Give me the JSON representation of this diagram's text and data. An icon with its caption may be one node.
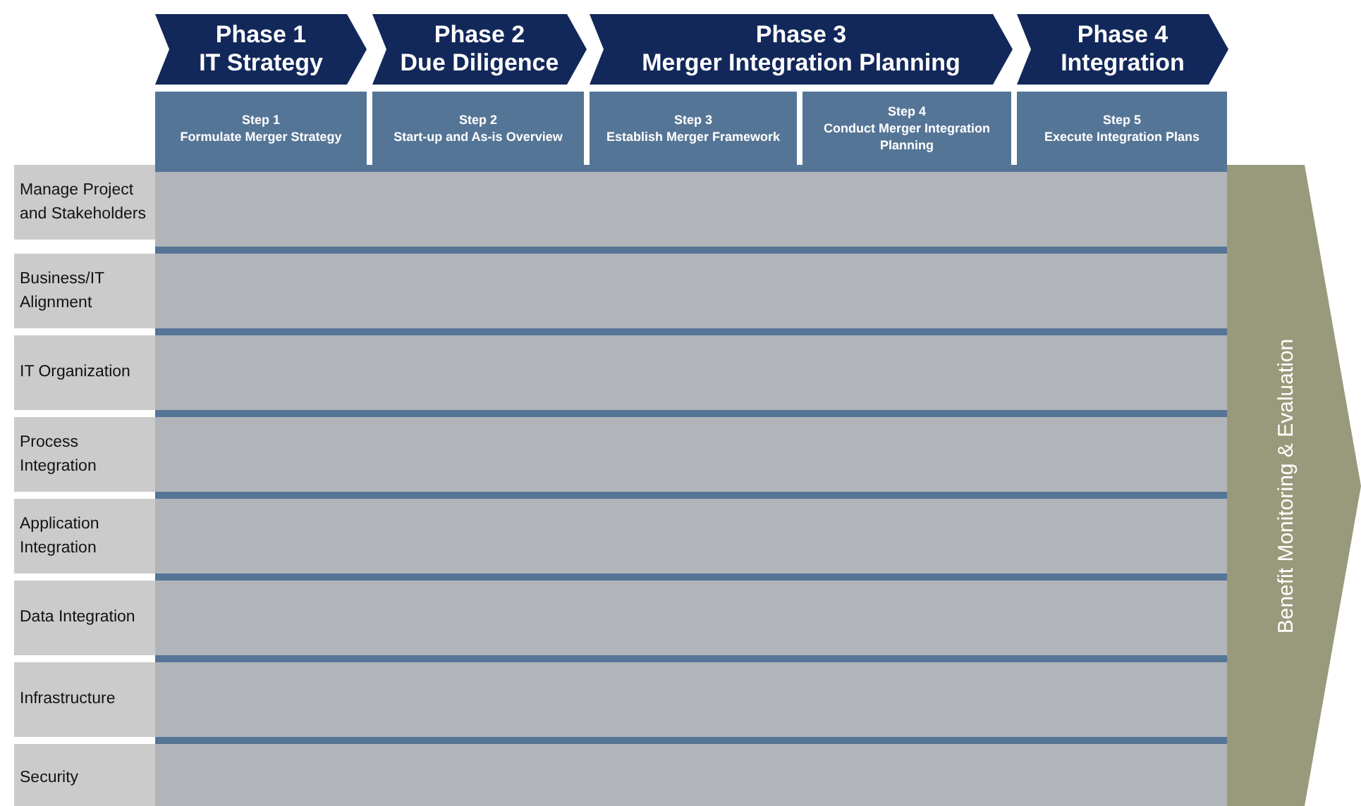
{
  "diagram": {
    "nodes": [
      {
        "text": [
          "Phase 1",
          "IT Strategy"
        ]
      },
      {
        "text": [
          "Phase 2",
          "Due Diligence"
        ]
      },
      {
        "text": [
          "Phase 3",
          "Merger Integration Planning"
        ]
      },
      {
        "text": [
          "Phase 4",
          "Integration"
        ]
      },
      {
        "text": [
          "Step 1",
          "Formulate Merger Strategy"
        ]
      },
      {
        "text": [
          "Step 2",
          "Start-up and As-is Overview"
        ]
      },
      {
        "text": [
          "Step 3",
          "Establish Merger Framework"
        ]
      },
      {
        "text": [
          "Step 4",
          "Conduct Merger Integration Planning"
        ]
      },
      {
        "text": [
          "Step 5",
          "Execute Integration Plans"
        ]
      },
      {
        "text": [
          "Manage Project and Stakeholders"
        ]
      },
      {
        "text": [
          "Business/IT Alignment"
        ]
      },
      {
        "text": [
          "IT Organization"
        ]
      },
      {
        "text": [
          "Process Integration"
        ]
      },
      {
        "text": [
          "Application Integration"
        ]
      },
      {
        "text": [
          "Data Integration"
        ]
      },
      {
        "text": [
          "Infrastructure"
        ]
      },
      {
        "text": [
          "Security"
        ]
      },
      {
        "text": [
          "Benefit Monitoring & Evaluation"
        ]
      }
    ],
    "edges": []
  }
}
